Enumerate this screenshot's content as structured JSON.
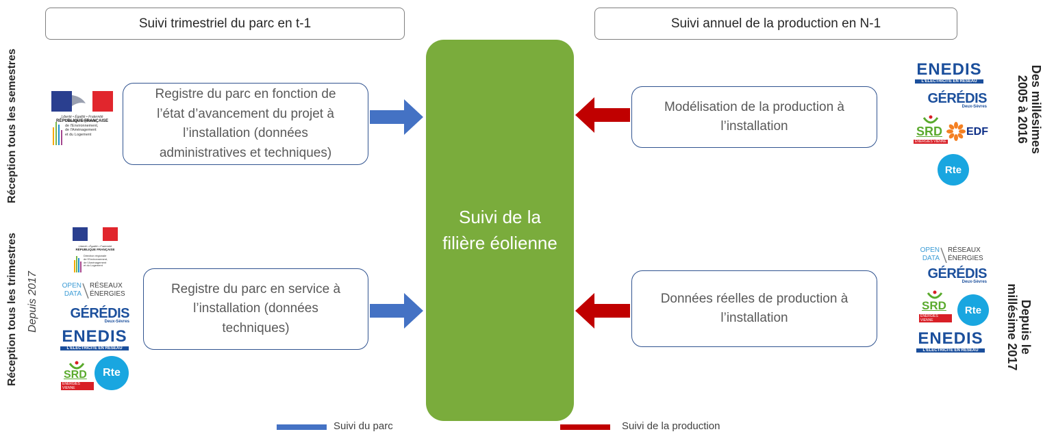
{
  "headers": {
    "left": "Suivi trimestriel du parc en t-1",
    "right": "Suivi annuel de la production en N-1"
  },
  "center": {
    "label": "Suivi de la\nfilière éolienne"
  },
  "boxes": {
    "top_left": "Registre du parc en fonction de\nl’état d’avancement du projet à\nl’installation (données\nadministratives et techniques)",
    "bottom_left": "Registre du parc en service à\nl’installation (données\ntechniques)",
    "top_right": "Modélisation de la production à\nl’installation",
    "bottom_right": "Données réelles de production à\nl’installation"
  },
  "side_labels": {
    "left_top": "Réception tous les semestres",
    "left_bottom": "Réception tous les trimestres",
    "left_bottom_sub": "Depuis 2017",
    "right_top": "Des millésimes\n2005 à 2016",
    "right_bottom": "Depuis le\nmillésime 2017"
  },
  "legend": {
    "parc": "Suivi du parc",
    "production": "Suivi de la production",
    "parc_color": "#4472c4",
    "production_color": "#c00000"
  },
  "logos": {
    "republique_line1": "Liberté • Égalité • Fraternité",
    "republique_line2": "RÉPUBLIQUE FRANÇAISE",
    "dreal": "Direction régionale\nde l'Environnement,\nde l'Aménagement\net du Logement",
    "enedis": "ENEDIS",
    "enedis_sub": "L'ELECTRICITE EN RESEAU",
    "gerdis": "GÉRÉDIS",
    "gerdis_sub": "Deux-Sèvres",
    "srd": "SRD",
    "srd_sub": "ÉNERGIES VIENNE",
    "edf": "EDF",
    "rte": "Rte",
    "open_data_1": "OPEN",
    "open_data_2": "DATA",
    "reseaux_1": "RÉSEAUX",
    "reseaux_2": "ÉNERGIES"
  },
  "colors": {
    "center_green": "#7aac3c",
    "arrow_blue": "#4472c4",
    "arrow_red": "#c00000",
    "box_border": "#2f528f"
  }
}
